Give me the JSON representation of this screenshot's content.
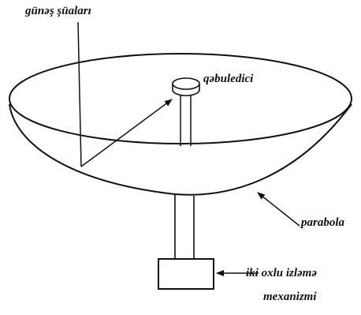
{
  "labels": {
    "sun_rays": "günəş şüaları",
    "receiver": "qəbuledici",
    "parabola": "parabola",
    "tracking_line1": "iki oxlu izləmə",
    "tracking_line2": "mexanizmi"
  },
  "colors": {
    "stroke": "#111111",
    "background": "#ffffff"
  }
}
